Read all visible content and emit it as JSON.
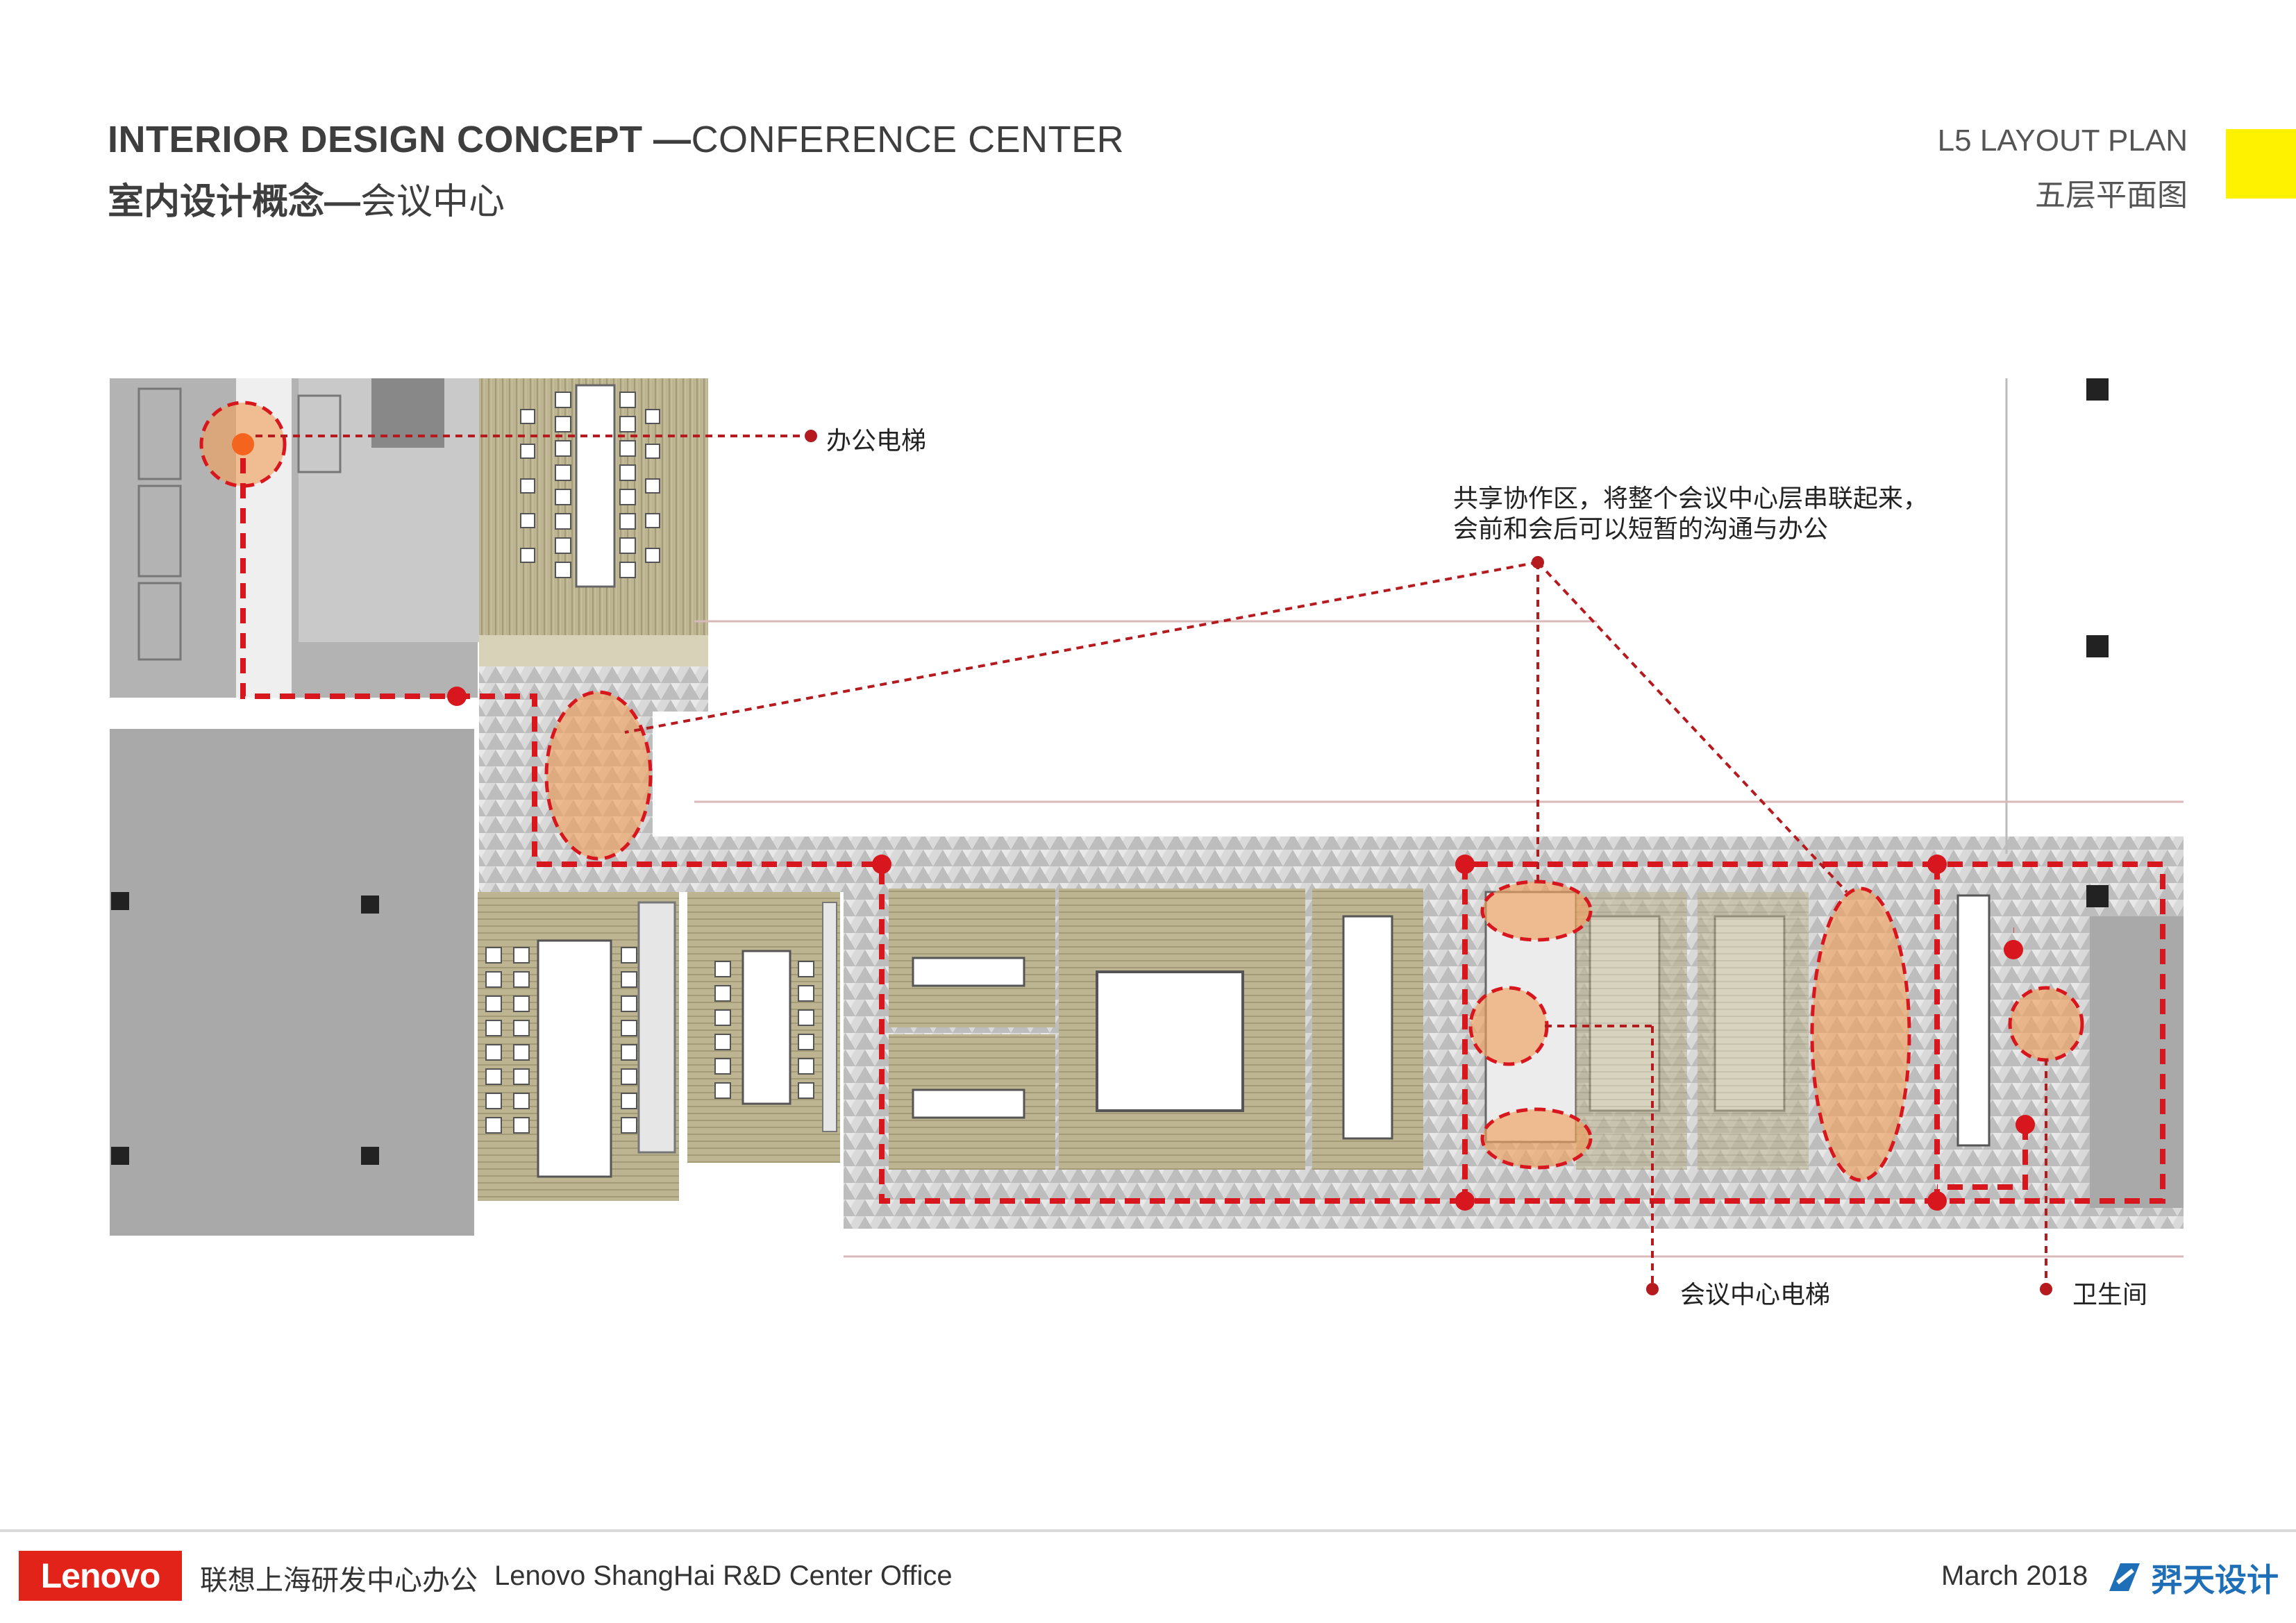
{
  "header": {
    "title_en_bold": "INTERIOR DESIGN CONCEPT —",
    "title_en_light": "CONFERENCE CENTER",
    "title_cn_bold": "室内设计概念—",
    "title_cn_light": "会议中心",
    "plan_en": "L5 LAYOUT PLAN",
    "plan_cn": "五层平面图"
  },
  "callouts": {
    "office_elevator": "办公电梯",
    "shared_area_line1": "共享协作区，将整个会议中心层串联起来，",
    "shared_area_line2": "会前和会后可以短暂的沟通与办公",
    "conference_elevator": "会议中心电梯",
    "restroom": "卫生间"
  },
  "footer": {
    "logo": "Lenovo",
    "project_cn": "联想上海研发中心办公",
    "project_en": "Lenovo ShangHai R&D Center Office",
    "date": "March 2018",
    "studio": "羿天设计"
  },
  "colors": {
    "accent_red": "#d7161e",
    "highlight_orange": "#f0a060",
    "yellow": "#fff200",
    "wood": "#b5ad8a",
    "core_gray": "#a9a9a9"
  }
}
